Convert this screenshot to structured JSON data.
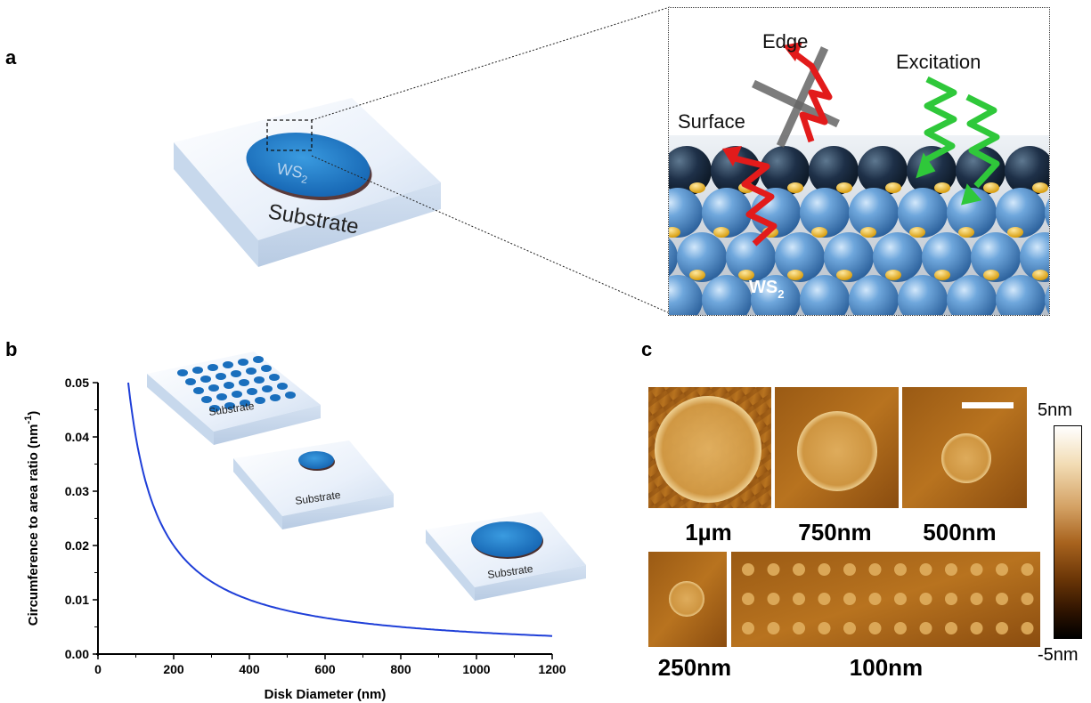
{
  "panels": {
    "a": {
      "label": "a",
      "disk_label": "WS",
      "disk_label_sub": "2",
      "substrate_label": "Substrate",
      "zoom": {
        "edge_label": "Edge",
        "surface_label": "Surface",
        "excitation_label": "Excitation",
        "material_label": "WS",
        "material_sub": "2"
      }
    },
    "b": {
      "label": "b",
      "inset_substrate_label": "Substrate"
    },
    "c": {
      "label": "c",
      "images": [
        {
          "label": "1µm"
        },
        {
          "label": "750nm"
        },
        {
          "label": "500nm"
        },
        {
          "label": "250nm"
        },
        {
          "label": "100nm"
        }
      ],
      "colorbar": {
        "max_label": "5nm",
        "min_label": "-5nm"
      }
    }
  },
  "chart_data": {
    "type": "line",
    "title": "",
    "xlabel": "Disk Diameter (nm)",
    "ylabel": "Circumference to area ratio (nm",
    "ylabel_sup": "-1",
    "ylabel_end": ")",
    "xlim": [
      0,
      1200
    ],
    "ylim": [
      0,
      0.05
    ],
    "xticks": [
      0,
      200,
      400,
      600,
      800,
      1000,
      1200
    ],
    "yticks": [
      "0.00",
      "0.01",
      "0.02",
      "0.03",
      "0.04",
      "0.05"
    ],
    "series": [
      {
        "color": "#1f3fd8",
        "x": [
          80,
          100,
          150,
          200,
          300,
          400,
          500,
          600,
          700,
          800,
          900,
          1000,
          1100,
          1200
        ],
        "y": [
          0.05,
          0.04,
          0.0267,
          0.02,
          0.0133,
          0.01,
          0.008,
          0.0067,
          0.0057,
          0.005,
          0.0044,
          0.004,
          0.0036,
          0.0033
        ]
      }
    ]
  }
}
